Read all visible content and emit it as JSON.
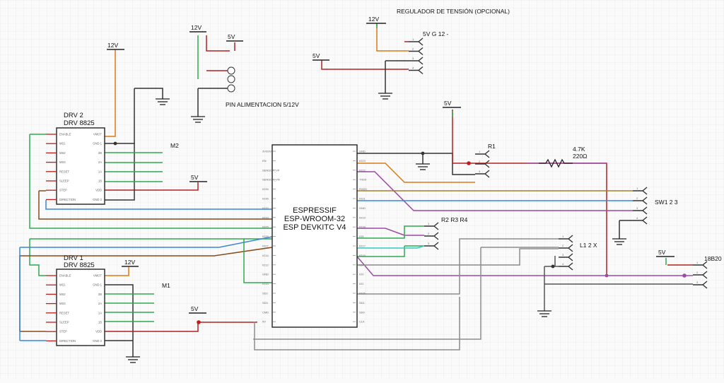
{
  "title": "REGULADOR DE TENSIÓN (OPCIONAL)",
  "colors": {
    "green": "#2fa84f",
    "red": "#b22222",
    "orange": "#d97a14",
    "purple": "#9b4aa8",
    "blue": "#3a86d4",
    "brown": "#8a4b1c",
    "cyan": "#35c9c0",
    "gray": "#8c8c8c",
    "dark": "#333333",
    "olive": "#a87c2a"
  },
  "power": {
    "v12": "12V",
    "v5": "5V",
    "supply_label": "PIN ALIMENTACION 5/12V"
  },
  "regulator": {
    "connector_label": "5V G 12 -"
  },
  "esp": {
    "line1": "ESPRESSIF",
    "line2": "ESP-WROOM-32",
    "line3": "ESP DEVKITC V4",
    "left_pins": [
      "3V3/3V3",
      "EN",
      "SENSOR_VP",
      "SENSOR_VN",
      "IO34",
      "IO35",
      "IO32",
      "IO33",
      "IO25",
      "IO26",
      "IO27",
      "IO14",
      "IO12",
      "GND",
      "IO13",
      "SD2",
      "SD3",
      "CMD",
      "5V"
    ],
    "right_pins": [
      "GND",
      "IO23",
      "IO22",
      "TXD0",
      "RXD0",
      "IO21",
      "GND",
      "IO19",
      "IO18",
      "IO5",
      "IO17",
      "IO16",
      "IO4",
      "IO0",
      "IO2",
      "IO15",
      "SD1",
      "SD0",
      "CLK"
    ]
  },
  "drv2": {
    "name": "DRV 2",
    "model": "DRV 8825",
    "motor": "M2"
  },
  "drv1": {
    "name": "DRV 1",
    "model": "DRV 8825",
    "motor": "M1"
  },
  "drv_left_pins": [
    "ENABLE",
    "MS1",
    "MS2",
    "MS3",
    "RESET",
    "SLEEP",
    "STEP",
    "DIRECTION"
  ],
  "drv_right_pins": [
    "VMOT",
    "GND 1",
    "2B",
    "2A",
    "1A",
    "1B",
    "VDD",
    "GND 2"
  ],
  "resistor": {
    "ref": "R1",
    "value": "4.7K",
    "value2": "220Ω"
  },
  "connectors": {
    "switches": "SW1 2 3",
    "leds": "R2 R3 R4",
    "lights": "L1 2 X",
    "sensor": "18B20"
  }
}
